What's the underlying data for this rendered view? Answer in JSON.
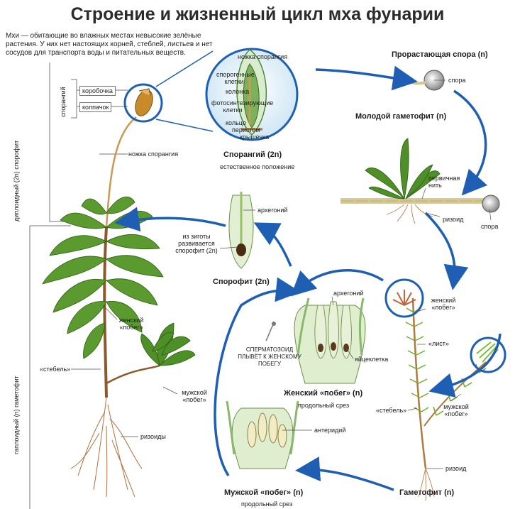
{
  "title": "Строение и жизненный цикл мха фунарии",
  "intro": "Мхи — обитающие во влажных местах невысокие зелёные растения. У них нет настоящих корней, стеблей, листьев и нет сосудов для транспорта воды и питательных веществ.",
  "sporangium_detail": {
    "labels": [
      "ножка спорангия",
      "спорогенные клетки",
      "колонка",
      "фотосинтезирующие клетки",
      "кольцо",
      "перистом",
      "крышечка"
    ],
    "heading": "Спорангий (2n)",
    "subheading": "естественное положение"
  },
  "sporophyte_labels": {
    "bracket_diploid": "диплоидный (2n) спорофит",
    "bracket_sporangium": "спорангий",
    "capsule": "коробочка",
    "cap": "колпачок",
    "stalk": "ножка спорангия"
  },
  "gametophyte_labels": {
    "bracket_haploid": "гаплоидный (n) гаметофит",
    "female_shoot": "женский «побег»",
    "stem": "«стебель»",
    "male_shoot": "мужской «побег»",
    "rhizoids": "ризоиды"
  },
  "spore": {
    "heading": "Прорастающая спора (n)",
    "label": "спора"
  },
  "young_gametophyte": {
    "heading": "Молодой гаметофит (n)",
    "primary_thread": "первичная нить",
    "rhizoid": "ризоид",
    "spore": "спора"
  },
  "sporophyte_stage": {
    "heading": "Спорофит (2n)",
    "archegonium": "архегоний",
    "zygote_note": "из зиготы развивается спорофит (2n)"
  },
  "female_shoot_stage": {
    "heading": "Женский «побег» (n)",
    "subheading": "продольный срез",
    "archegonium": "архегоний",
    "egg": "яйцеклетка",
    "sperm_note": "СПЕРМАТОЗОИД ПЛЫВЁТ К ЖЕНСКОМУ ПОБЕГУ"
  },
  "male_shoot_stage": {
    "heading": "Мужской «побег» (n)",
    "subheading": "продольный срез",
    "antheridium": "антеридий"
  },
  "gametophyte_stage": {
    "heading": "Гаметофит (n)",
    "female_shoot": "женский «побег»",
    "leaf": "«лист»",
    "stem": "«стебель»",
    "male_shoot": "мужской «побег»",
    "rhizoid": "ризоид"
  },
  "colors": {
    "arrow_blue": "#1f5fb3",
    "leaf_green": "#5a9a2e",
    "capsule_orange": "#c98a2c",
    "stem_tan": "#b07a3c"
  }
}
